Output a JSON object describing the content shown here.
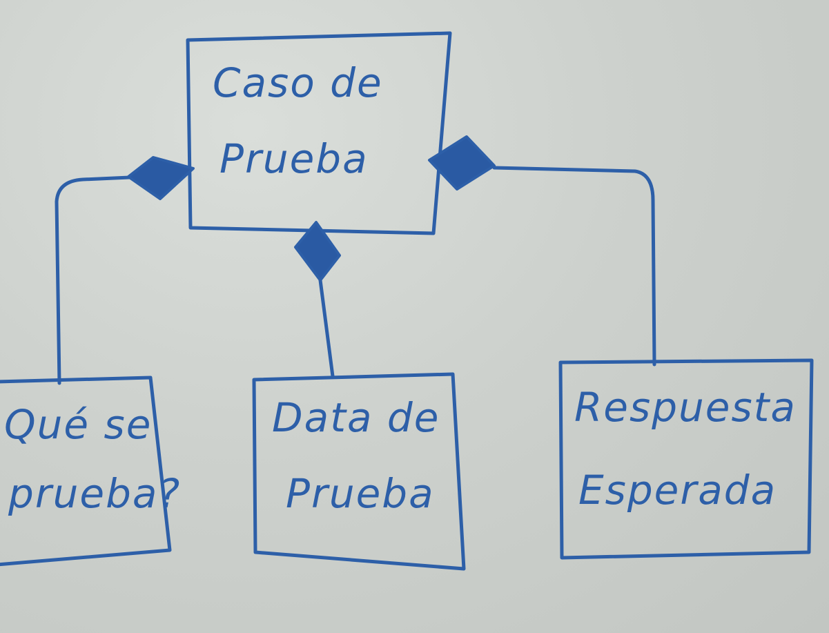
{
  "diagram": {
    "ink_color": "#2d5fa8",
    "board_color": "#cfd3cf",
    "nodes": {
      "root": {
        "line1": "Caso de",
        "line2": "Prueba"
      },
      "left": {
        "line1": "Qué se",
        "line2": "prueba?"
      },
      "center": {
        "line1": "Data de",
        "line2": "Prueba"
      },
      "right": {
        "line1": "Respuesta",
        "line2": "Esperada"
      }
    },
    "relations": [
      {
        "from": "root",
        "to": "left",
        "type": "composition"
      },
      {
        "from": "root",
        "to": "center",
        "type": "composition"
      },
      {
        "from": "root",
        "to": "right",
        "type": "composition"
      }
    ]
  }
}
